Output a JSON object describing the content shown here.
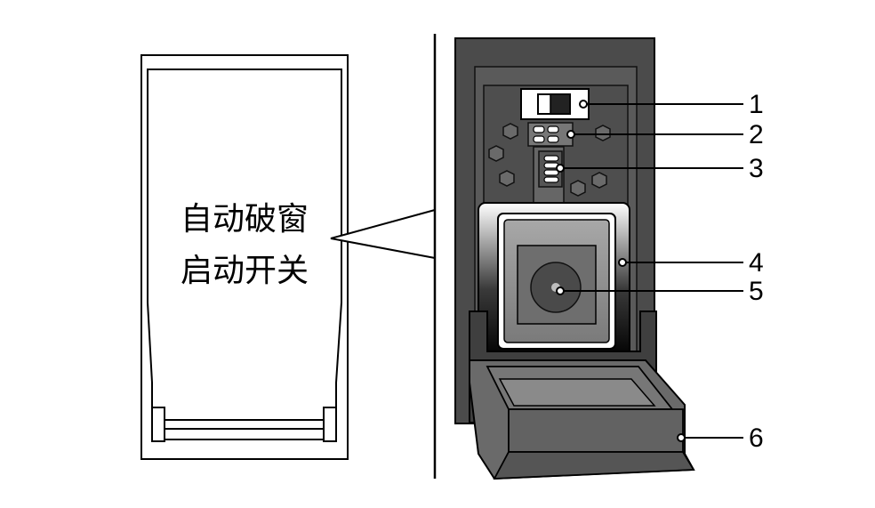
{
  "caption": {
    "line1": "自动破窗",
    "line2": "启动开关"
  },
  "callouts": [
    "1",
    "2",
    "3",
    "4",
    "5",
    "6"
  ],
  "colors": {
    "housing_dark": "#4a4a4a",
    "housing_mid": "#6b6b6b",
    "button_face": "#8e8e8e",
    "line": "#000000",
    "background": "#ffffff"
  }
}
